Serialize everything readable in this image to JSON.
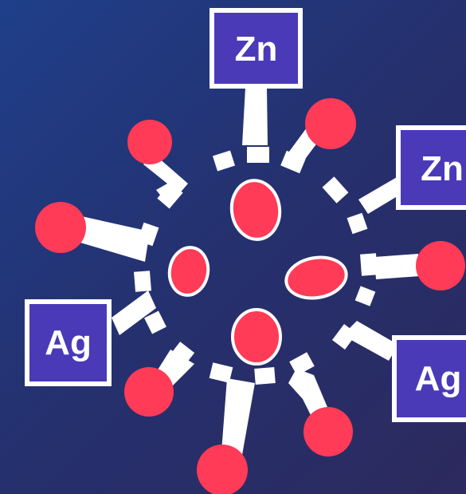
{
  "illustration": {
    "subject": "virus-particle",
    "colors": {
      "background_start": "#1f3f8a",
      "background_end": "#2c2a5e",
      "spike": "#ffffff",
      "spike_tip": "#ff3b57",
      "nucleus": "#ff3b57",
      "nucleus_outline": "#ffffff",
      "label_fill": "#4a3ab8",
      "label_border": "#ffffff"
    },
    "labels": [
      {
        "text": "Zn"
      },
      {
        "text": "Zn"
      },
      {
        "text": "Ag"
      },
      {
        "text": "Ag"
      }
    ]
  }
}
